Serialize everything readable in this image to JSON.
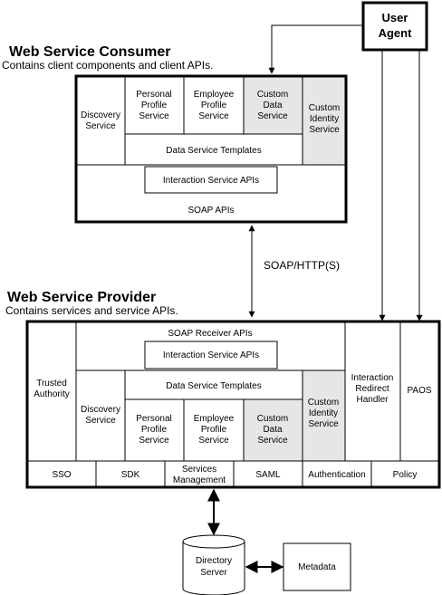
{
  "consumer": {
    "title": "Web Service Consumer",
    "subtitle": "Contains client components and client APIs.",
    "discovery": [
      "Discovery",
      "Service"
    ],
    "personal_profile": [
      "Personal",
      "Profile",
      "Service"
    ],
    "employee_profile": [
      "Employee",
      "Profile",
      "Service"
    ],
    "custom_data": [
      "Custom",
      "Data",
      "Service"
    ],
    "custom_identity": [
      "Custom",
      "Identity",
      "Service"
    ],
    "data_service_templates": "Data Service Templates",
    "interaction_apis": "Interaction Service APIs",
    "soap_apis": "SOAP APIs"
  },
  "user_agent": [
    "User",
    "Agent"
  ],
  "soap_http": "SOAP/HTTP(S)",
  "provider": {
    "title": "Web Service Provider",
    "subtitle": "Contains services and service APIs.",
    "trusted_authority": [
      "Trusted",
      "Authority"
    ],
    "soap_receiver": "SOAP Receiver APIs",
    "interaction_apis": "Interaction Service APIs",
    "data_service_templates": "Data Service Templates",
    "discovery": [
      "Discovery",
      "Service"
    ],
    "personal_profile": [
      "Personal",
      "Profile",
      "Service"
    ],
    "employee_profile": [
      "Employee",
      "Profile",
      "Service"
    ],
    "custom_data": [
      "Custom",
      "Data",
      "Service"
    ],
    "custom_identity": [
      "Custom",
      "Identity",
      "Service"
    ],
    "interaction_redirect": [
      "Interaction",
      "Redirect",
      "Handler"
    ],
    "paos": "PAOS",
    "bottom_row": [
      "SSO",
      "SDK",
      "Services Management",
      "SAML",
      "Authentication",
      "Policy"
    ],
    "services_management": [
      "Services",
      "Management"
    ]
  },
  "directory_server": [
    "Directory",
    "Server"
  ],
  "metadata": "Metadata",
  "colors": {
    "custom_fill": "#e6e6e6",
    "stroke": "#000000"
  }
}
